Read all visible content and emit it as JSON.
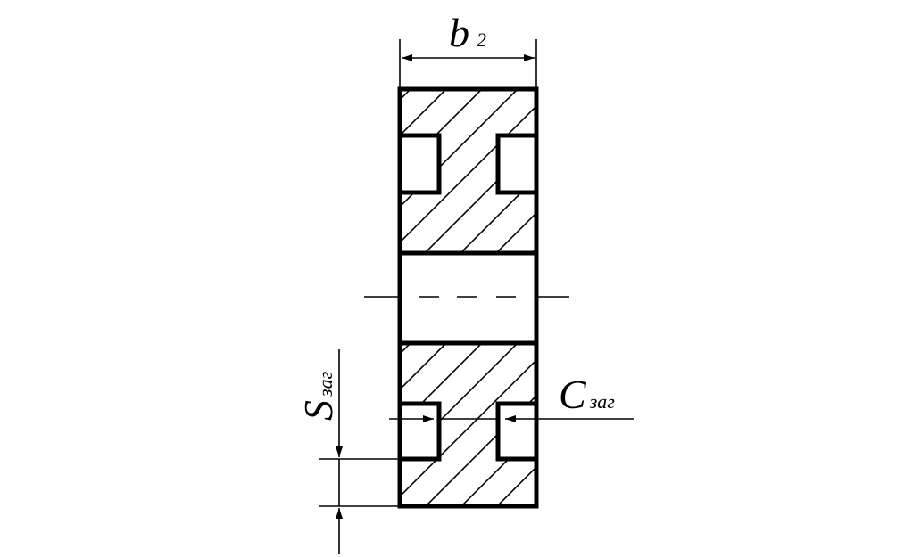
{
  "labels": {
    "width": {
      "main": "b",
      "sub": "2"
    },
    "chamfer": {
      "main": "C",
      "sub": "заг"
    },
    "thickness": {
      "main": "S",
      "sub": "заг"
    }
  },
  "colors": {
    "line": "#000000",
    "background": "#ffffff"
  }
}
